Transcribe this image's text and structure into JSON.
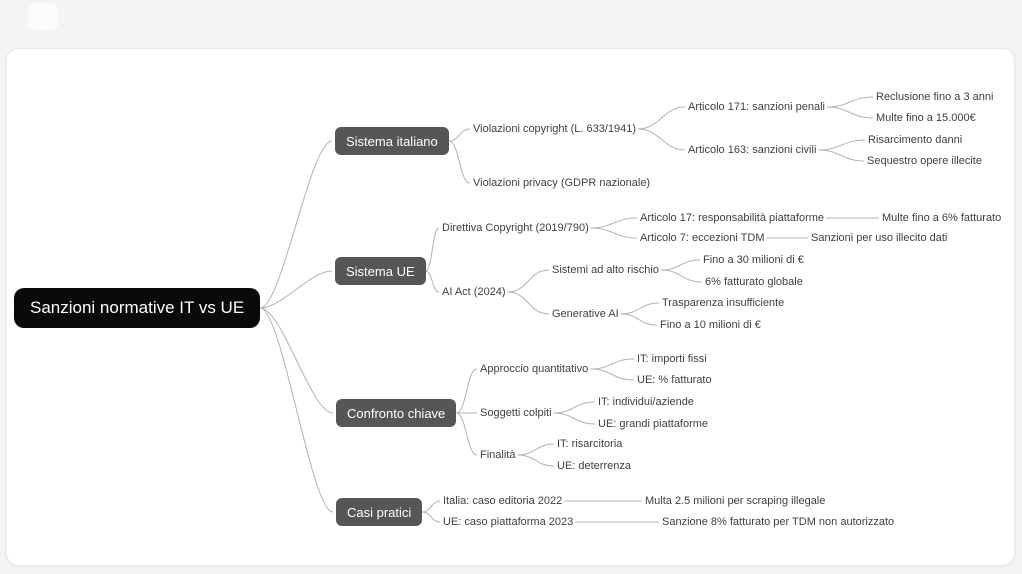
{
  "colors": {
    "page_background": "#f4f4f5",
    "card_background": "#ffffff",
    "card_border": "#e7e7e8",
    "root_node_background": "#0a0a0a",
    "branch_node_background": "#565657",
    "node_text": "#3f3f3f",
    "connector_line": "#b3b3b3"
  },
  "mindmap": {
    "root": {
      "label": "Sanzioni normative IT vs UE"
    },
    "branches": [
      {
        "label": "Sistema italiano",
        "children": [
          {
            "label": "Violazioni copyright (L. 633/1941)",
            "children": [
              {
                "label": "Articolo 171: sanzioni penali",
                "children": [
                  {
                    "label": "Reclusione fino a 3 anni"
                  },
                  {
                    "label": "Multe fino a 15.000€"
                  }
                ]
              },
              {
                "label": "Articolo 163: sanzioni civili",
                "children": [
                  {
                    "label": "Risarcimento danni"
                  },
                  {
                    "label": "Sequestro opere illecite"
                  }
                ]
              }
            ]
          },
          {
            "label": "Violazioni privacy (GDPR nazionale)"
          }
        ]
      },
      {
        "label": "Sistema UE",
        "children": [
          {
            "label": "Direttiva Copyright (2019/790)",
            "children": [
              {
                "label": "Articolo 17: responsabilità piattaforme",
                "children": [
                  {
                    "label": "Multe fino a 6% fatturato"
                  }
                ]
              },
              {
                "label": "Articolo 7: eccezioni TDM",
                "children": [
                  {
                    "label": "Sanzioni per uso illecito dati"
                  }
                ]
              }
            ]
          },
          {
            "label": "AI Act (2024)",
            "children": [
              {
                "label": "Sistemi ad alto rischio",
                "children": [
                  {
                    "label": "Fino a 30 milioni di €"
                  },
                  {
                    "label": "6% fatturato globale"
                  }
                ]
              },
              {
                "label": "Generative AI",
                "children": [
                  {
                    "label": "Trasparenza insufficiente"
                  },
                  {
                    "label": "Fino a 10 milioni di €"
                  }
                ]
              }
            ]
          }
        ]
      },
      {
        "label": "Confronto chiave",
        "children": [
          {
            "label": "Approccio quantitativo",
            "children": [
              {
                "label": "IT: importi fissi"
              },
              {
                "label": "UE: % fatturato"
              }
            ]
          },
          {
            "label": "Soggetti colpiti",
            "children": [
              {
                "label": "IT: individui/aziende"
              },
              {
                "label": "UE: grandi piattaforme"
              }
            ]
          },
          {
            "label": "Finalità",
            "children": [
              {
                "label": "IT: risarcitoria"
              },
              {
                "label": "UE: deterrenza"
              }
            ]
          }
        ]
      },
      {
        "label": "Casi pratici",
        "children": [
          {
            "label": "Italia: caso editoria 2022",
            "children": [
              {
                "label": "Multa 2.5 milioni per scraping illegale"
              }
            ]
          },
          {
            "label": "UE: caso piattaforma 2023",
            "children": [
              {
                "label": "Sanzione 8% fatturato per TDM non autorizzato"
              }
            ]
          }
        ]
      }
    ]
  }
}
